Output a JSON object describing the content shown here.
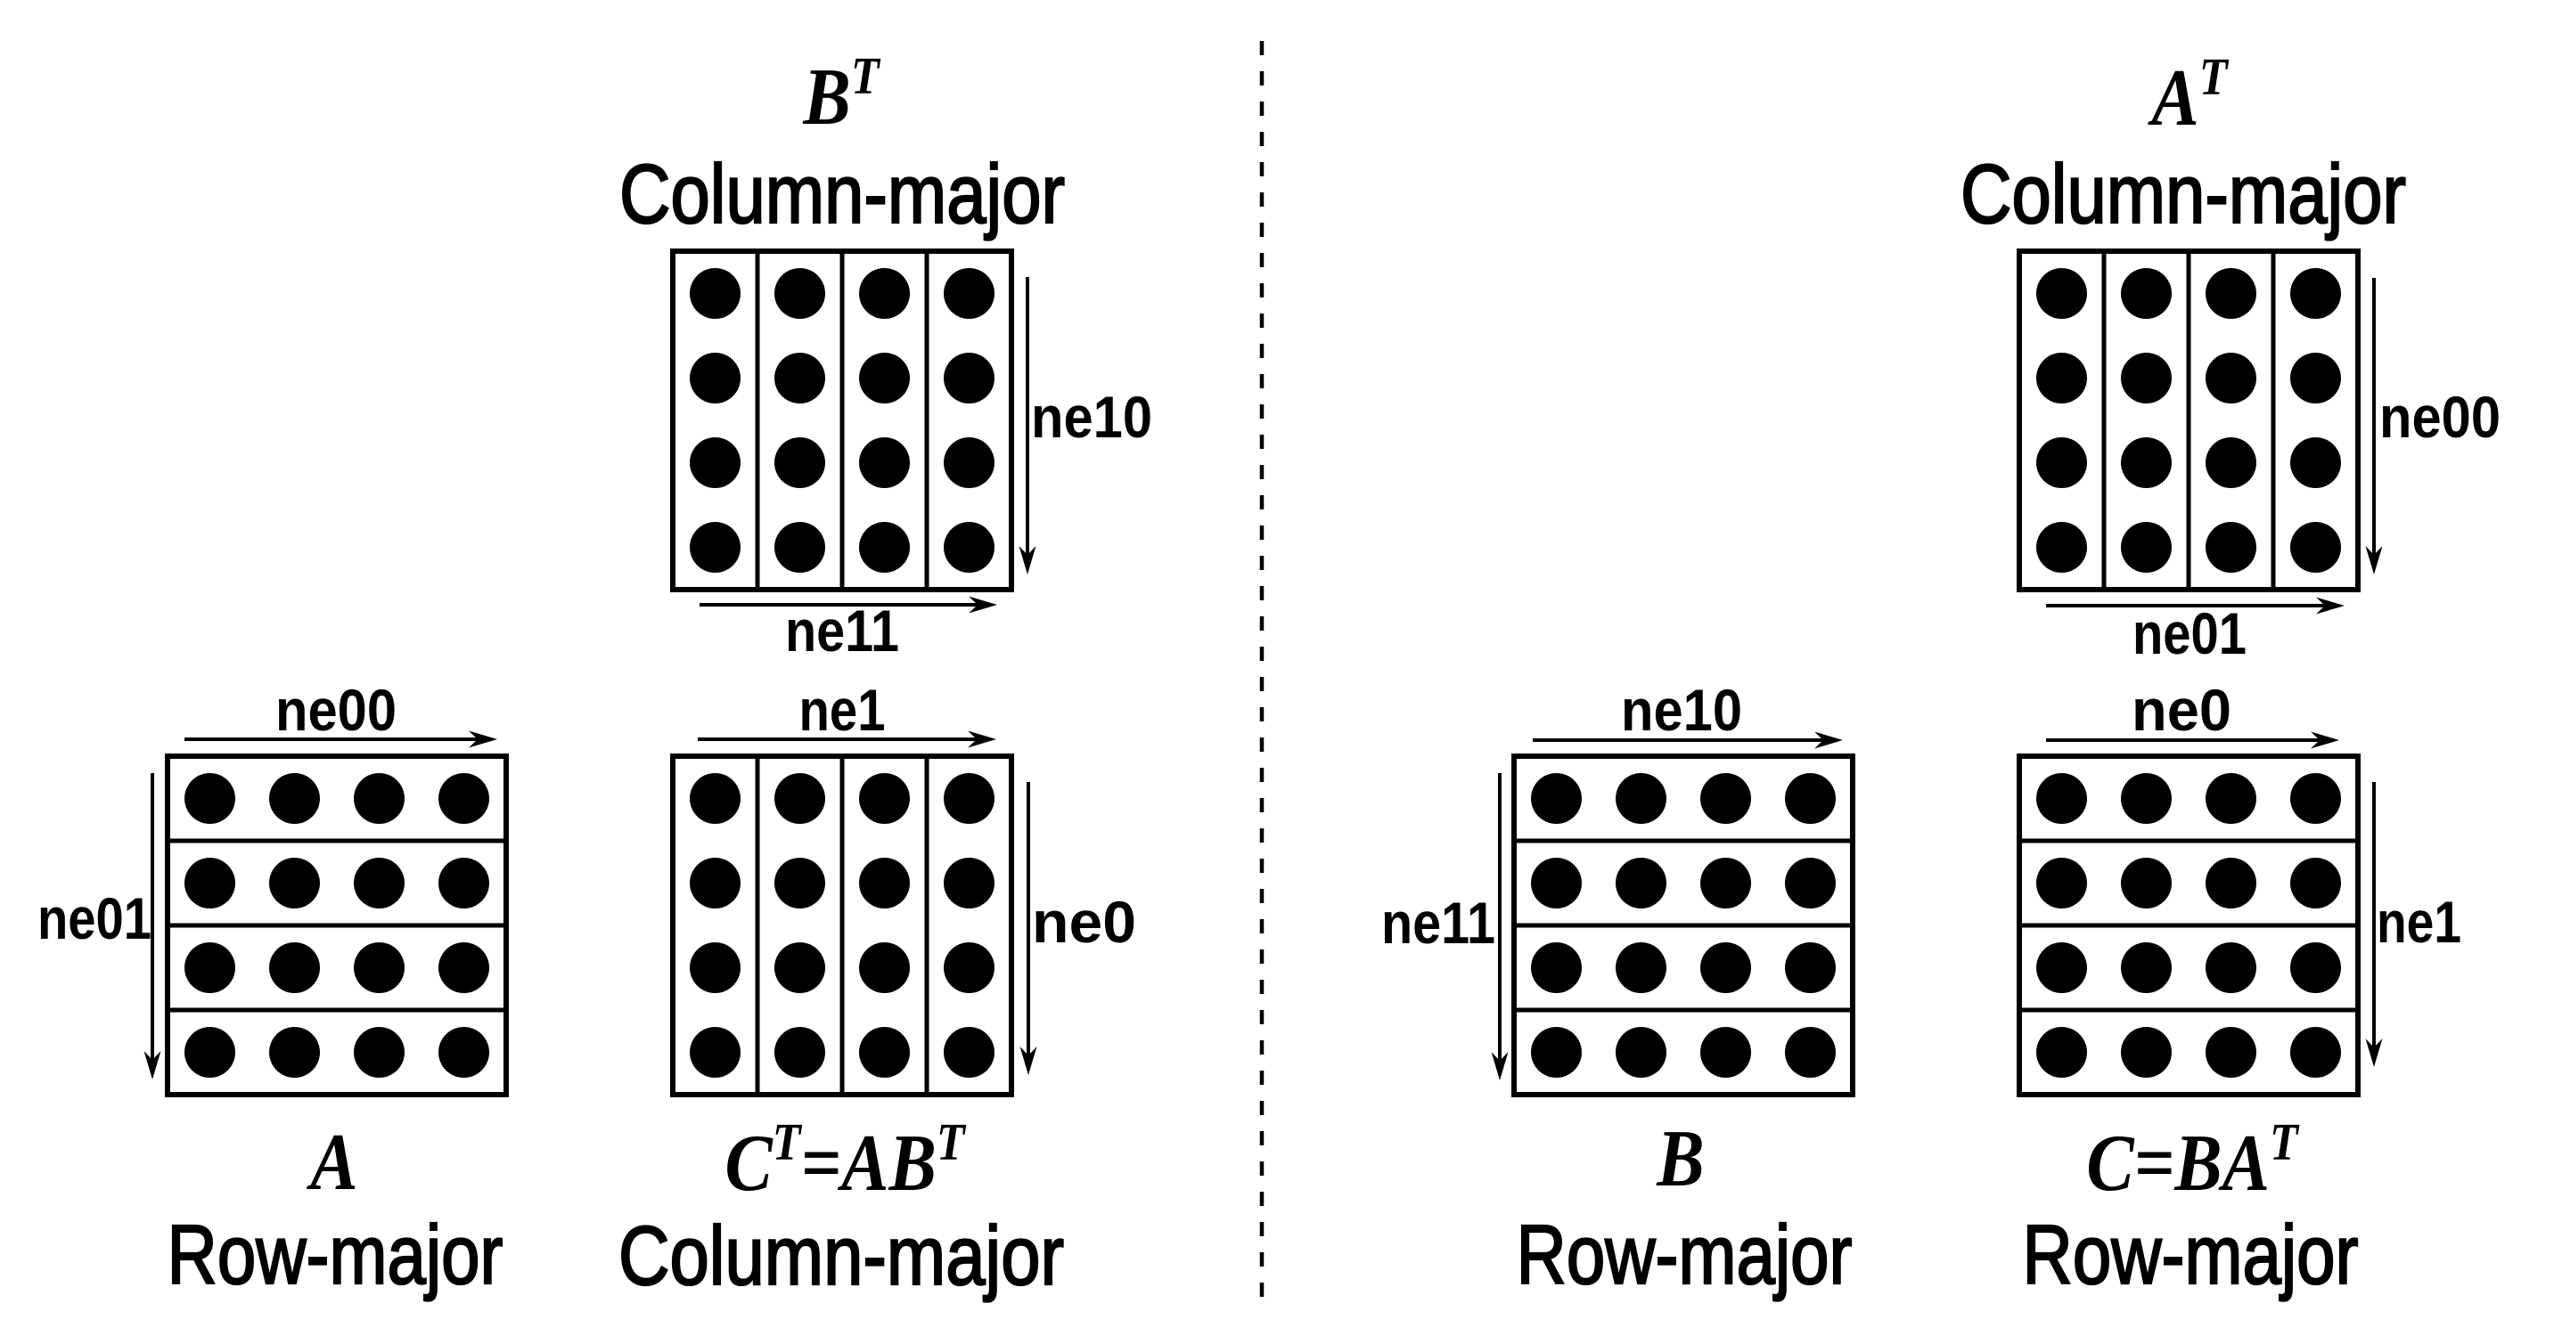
{
  "figure": {
    "description": "Matrix memory layout diagram comparing column-major and row-major storage",
    "background_color": "#ffffff",
    "ink_color": "#000000",
    "panels": [
      {
        "id": "left",
        "matrices": [
          {
            "id": "b-transpose",
            "formula": [
              {
                "t": "B"
              },
              {
                "s": "T"
              }
            ],
            "storage": "Column-major",
            "grid": {
              "rows": 4,
              "cols": 4,
              "dots": 16,
              "partition": "columns"
            },
            "dims": [
              {
                "label": "ne10",
                "orientation": "down"
              },
              {
                "label": "ne11",
                "orientation": "right"
              }
            ]
          },
          {
            "id": "a",
            "formula": [
              {
                "t": "A"
              }
            ],
            "storage": "Row-major",
            "grid": {
              "rows": 4,
              "cols": 4,
              "dots": 16,
              "partition": "rows"
            },
            "dims": [
              {
                "label": "ne00",
                "orientation": "right"
              },
              {
                "label": "ne01",
                "orientation": "down"
              }
            ]
          },
          {
            "id": "c-transpose",
            "formula": [
              {
                "t": "C"
              },
              {
                "s": "T"
              },
              {
                "t": "=AB"
              },
              {
                "s": "T"
              }
            ],
            "storage": "Column-major",
            "grid": {
              "rows": 4,
              "cols": 4,
              "dots": 16,
              "partition": "columns"
            },
            "dims": [
              {
                "label": "ne1",
                "orientation": "right"
              },
              {
                "label": "ne0",
                "orientation": "down"
              }
            ]
          }
        ]
      },
      {
        "id": "right",
        "matrices": [
          {
            "id": "a-transpose",
            "formula": [
              {
                "t": "A"
              },
              {
                "s": "T"
              }
            ],
            "storage": "Column-major",
            "grid": {
              "rows": 4,
              "cols": 4,
              "dots": 16,
              "partition": "columns"
            },
            "dims": [
              {
                "label": "ne00",
                "orientation": "down"
              },
              {
                "label": "ne01",
                "orientation": "right"
              }
            ]
          },
          {
            "id": "b",
            "formula": [
              {
                "t": "B"
              }
            ],
            "storage": "Row-major",
            "grid": {
              "rows": 4,
              "cols": 4,
              "dots": 16,
              "partition": "rows"
            },
            "dims": [
              {
                "label": "ne10",
                "orientation": "right"
              },
              {
                "label": "ne11",
                "orientation": "down"
              }
            ]
          },
          {
            "id": "c",
            "formula": [
              {
                "t": "C"
              },
              {
                "t": "=BA"
              },
              {
                "s": "T"
              }
            ],
            "storage": "Row-major",
            "grid": {
              "rows": 4,
              "cols": 4,
              "dots": 16,
              "partition": "rows"
            },
            "dims": [
              {
                "label": "ne0",
                "orientation": "right"
              },
              {
                "label": "ne1",
                "orientation": "down"
              }
            ]
          }
        ]
      }
    ],
    "divider": {
      "style": "dashed",
      "orientation": "vertical"
    }
  }
}
